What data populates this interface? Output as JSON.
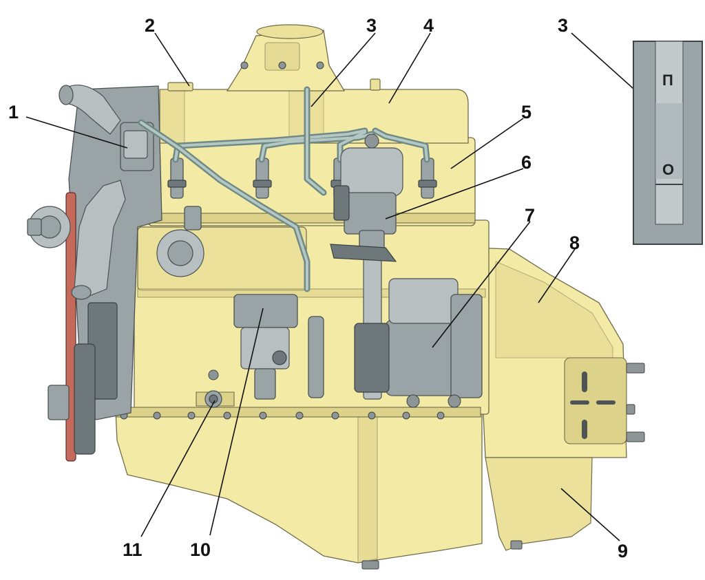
{
  "callouts": [
    {
      "id": "1",
      "label": "1"
    },
    {
      "id": "2",
      "label": "2"
    },
    {
      "id": "3",
      "label": "3"
    },
    {
      "id": "4",
      "label": "4"
    },
    {
      "id": "5",
      "label": "5"
    },
    {
      "id": "6",
      "label": "6"
    },
    {
      "id": "7",
      "label": "7"
    },
    {
      "id": "8",
      "label": "8"
    },
    {
      "id": "9",
      "label": "9"
    },
    {
      "id": "10",
      "label": "10"
    },
    {
      "id": "11",
      "label": "11"
    }
  ],
  "inset": {
    "callout": "3",
    "top_mark": "П",
    "bottom_mark": "О"
  }
}
